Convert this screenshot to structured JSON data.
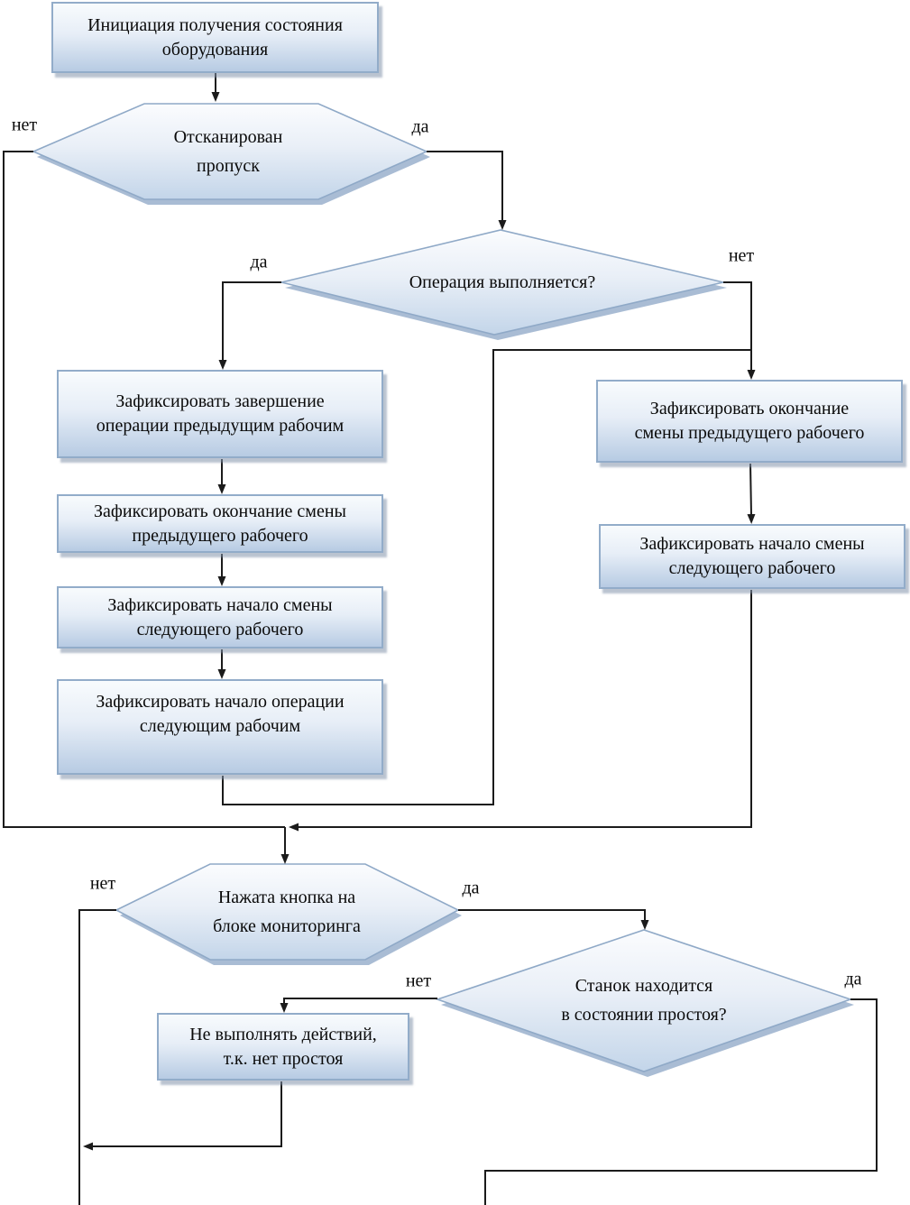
{
  "nodes": {
    "start": {
      "lines": [
        "Инициация получения состояния",
        "оборудования"
      ]
    },
    "badge_scanned": {
      "lines": [
        "Отсканирован",
        "пропуск"
      ]
    },
    "operation_running": {
      "lines": [
        "Операция выполняется?",
        ""
      ]
    },
    "left_chain_1": {
      "lines": [
        "Зафиксировать завершение",
        "операции предыдущим рабочим"
      ]
    },
    "left_chain_2": {
      "lines": [
        "Зафиксировать окончание смены",
        "предыдущего рабочего"
      ]
    },
    "left_chain_3": {
      "lines": [
        "Зафиксировать начало смены",
        "следующего рабочего"
      ]
    },
    "left_chain_4": {
      "lines": [
        "Зафиксировать начало операции",
        "следующим рабочим"
      ]
    },
    "right_chain_1": {
      "lines": [
        "Зафиксировать окончание",
        "смены предыдущего рабочего"
      ]
    },
    "right_chain_2": {
      "lines": [
        "Зафиксировать начало смены",
        "следующего рабочего"
      ]
    },
    "button_pressed": {
      "lines": [
        "Нажата кнопка на",
        "блоке мониторинга"
      ]
    },
    "machine_idle": {
      "lines": [
        "Станок находится",
        "в состоянии простоя?"
      ]
    },
    "no_action": {
      "lines": [
        "Не выполнять действий,",
        "т.к. нет простоя"
      ]
    }
  },
  "branch_labels": {
    "badge_no": "нет",
    "badge_yes": "да",
    "operation_yes": "да",
    "operation_no": "нет",
    "button_no": "нет",
    "button_yes": "да",
    "idle_no": "нет",
    "idle_yes": "да"
  },
  "colors": {
    "shape_fill_top": "#fbfcfe",
    "shape_fill_bottom": "#c3d5e9",
    "shape_border": "#8fa9c7",
    "shadow": "#a9bcd4",
    "line": "#1b1b1b"
  }
}
